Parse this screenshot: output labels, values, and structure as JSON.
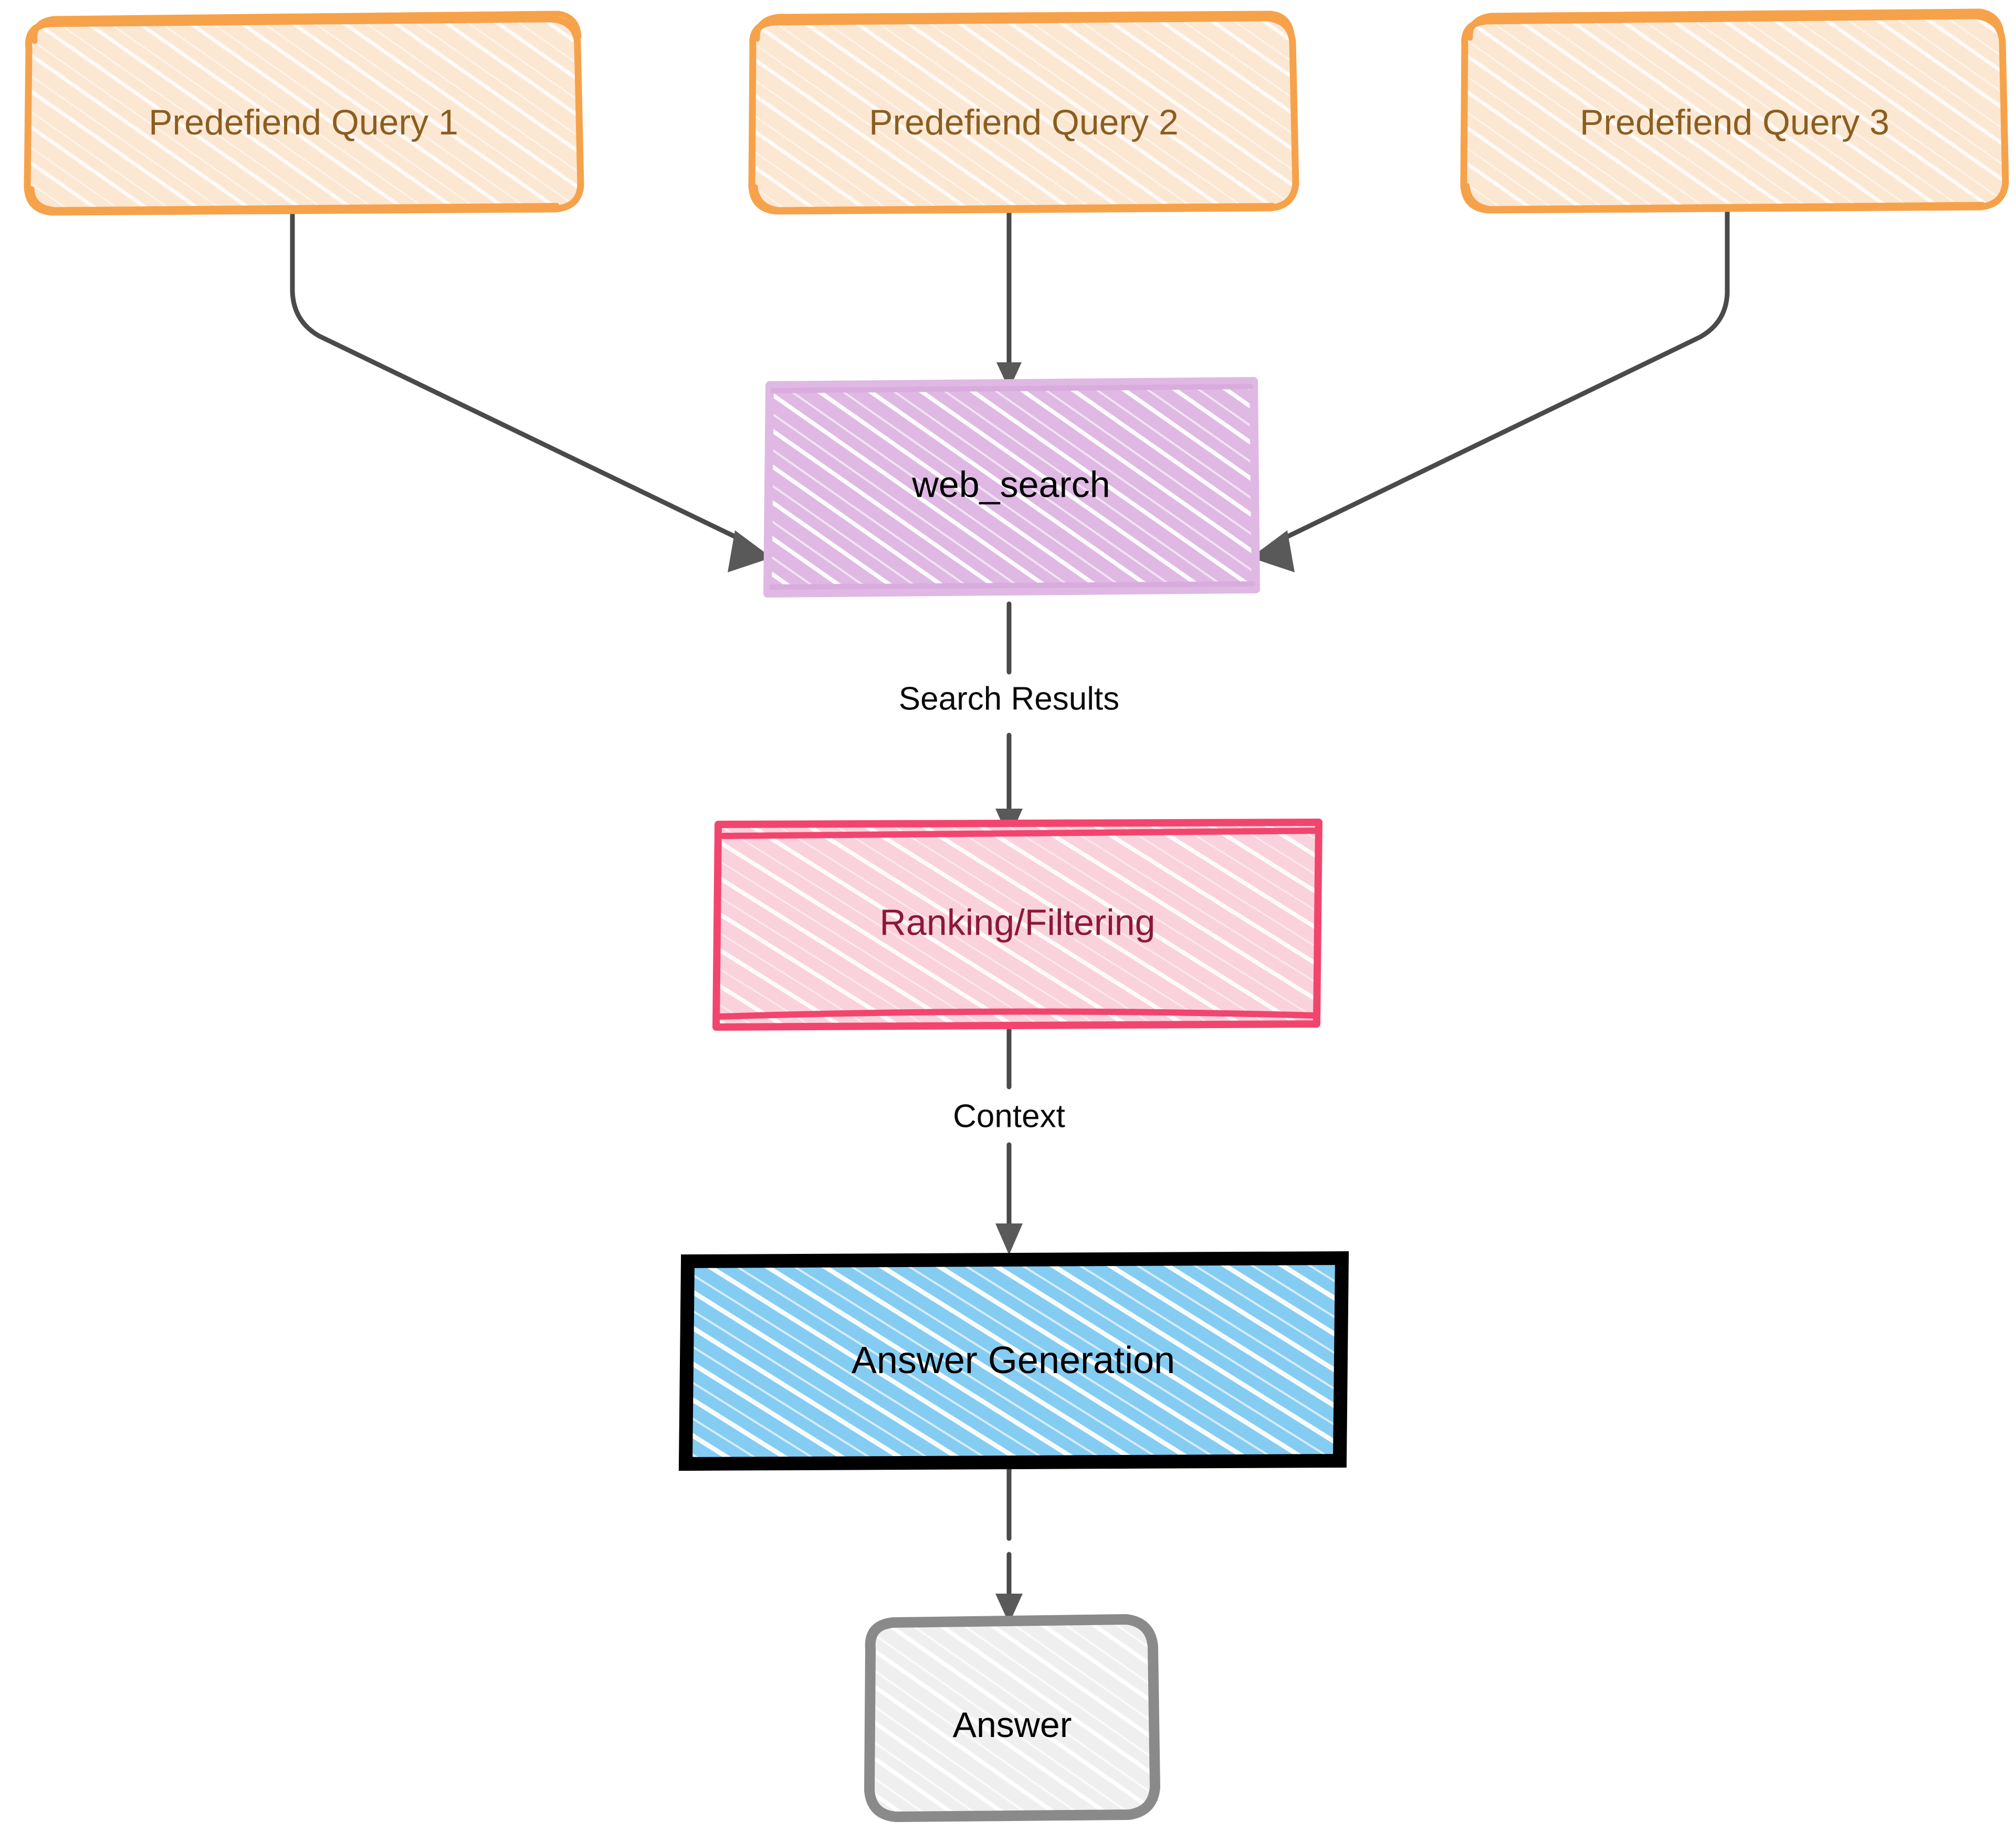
{
  "diagram": {
    "type": "flowchart",
    "style": "hand-drawn-sketch",
    "direction": "top-to-bottom",
    "background_color": "#ffffff",
    "nodes": [
      {
        "id": "q1",
        "label": "Predefiend Query 1",
        "shape": "rounded-rectangle",
        "fill": "#FCE7D2",
        "stroke": "#F6A24A",
        "text_color": "#8B5E20"
      },
      {
        "id": "q2",
        "label": "Predefiend Query 2",
        "shape": "rounded-rectangle",
        "fill": "#FCE7D2",
        "stroke": "#F6A24A",
        "text_color": "#8B5E20"
      },
      {
        "id": "q3",
        "label": "Predefiend Query 3",
        "shape": "rounded-rectangle",
        "fill": "#FCE7D2",
        "stroke": "#F6A24A",
        "text_color": "#8B5E20"
      },
      {
        "id": "web_search",
        "label": "web_search",
        "shape": "rectangle",
        "fill": "#DFB8E3",
        "stroke": "#DFB8E3",
        "text_color": "#000000"
      },
      {
        "id": "ranking",
        "label": "Ranking/Filtering",
        "shape": "rectangle",
        "fill": "#FAD2DC",
        "stroke": "#F2456E",
        "text_color": "#8B1838"
      },
      {
        "id": "answer_gen",
        "label": "Answer Generation",
        "shape": "rectangle",
        "fill": "#85CCF2",
        "stroke": "#000000",
        "text_color": "#000000"
      },
      {
        "id": "answer",
        "label": "Answer",
        "shape": "rounded-rectangle",
        "fill": "#EFEFEF",
        "stroke": "#8A8A8A",
        "text_color": "#000000"
      }
    ],
    "edges": [
      {
        "from": "q1",
        "to": "web_search",
        "label": ""
      },
      {
        "from": "q2",
        "to": "web_search",
        "label": ""
      },
      {
        "from": "q3",
        "to": "web_search",
        "label": ""
      },
      {
        "from": "web_search",
        "to": "ranking",
        "label": "Search Results"
      },
      {
        "from": "ranking",
        "to": "answer_gen",
        "label": "Context"
      },
      {
        "from": "answer_gen",
        "to": "answer",
        "label": ""
      }
    ],
    "edge_labels": {
      "search_results": "Search Results",
      "context": "Context"
    }
  }
}
